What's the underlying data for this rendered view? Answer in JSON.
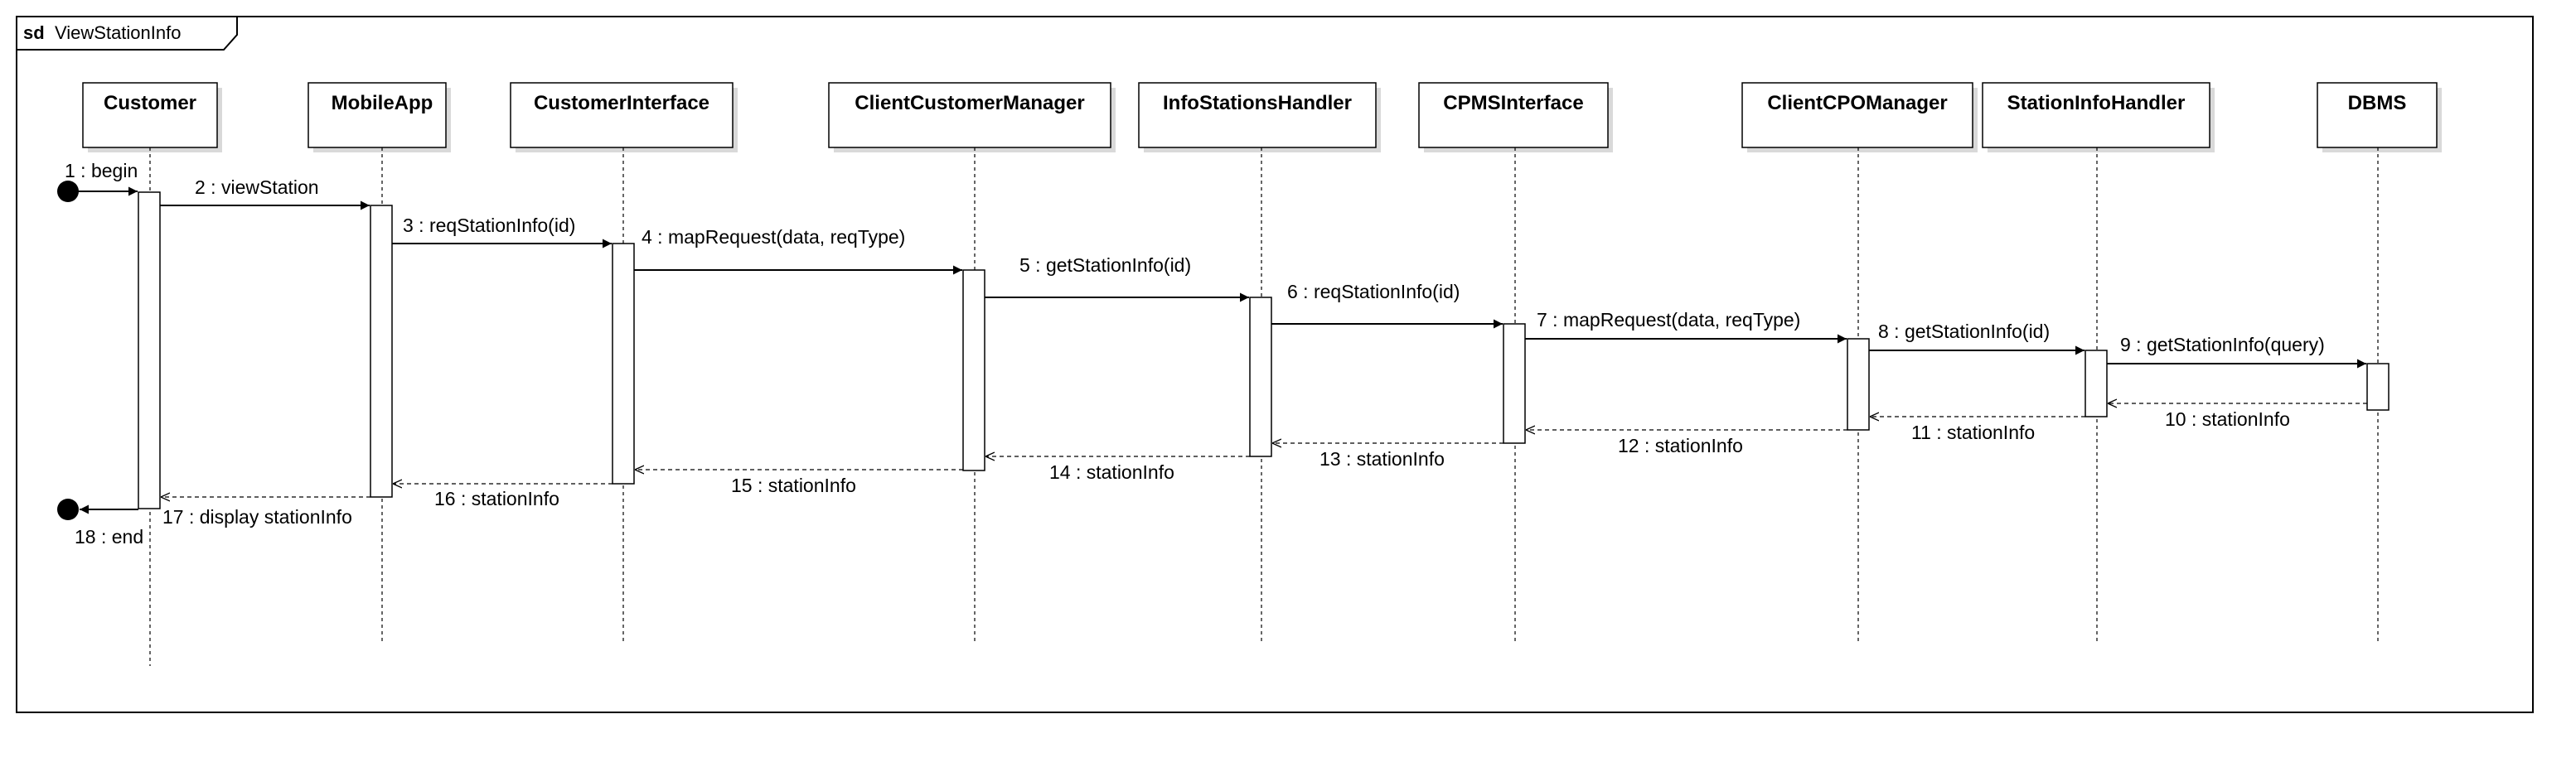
{
  "frame": {
    "keyword": "sd",
    "name": "ViewStationInfo"
  },
  "lifelines": [
    {
      "id": "customer",
      "name": "Customer"
    },
    {
      "id": "mobileapp",
      "name": "MobileApp"
    },
    {
      "id": "customerinterface",
      "name": "CustomerInterface"
    },
    {
      "id": "clientcustomermanager",
      "name": "ClientCustomerManager"
    },
    {
      "id": "infostationshandler",
      "name": "InfoStationsHandler"
    },
    {
      "id": "cpmsinterface",
      "name": "CPMSInterface"
    },
    {
      "id": "clientcpomanager",
      "name": "ClientCPOManager"
    },
    {
      "id": "stationinfohandler",
      "name": "StationInfoHandler"
    },
    {
      "id": "dbms",
      "name": "DBMS"
    }
  ],
  "messages": [
    {
      "label": "1 : begin",
      "from": "found",
      "to": "customer",
      "kind": "sync"
    },
    {
      "label": "2 : viewStation",
      "from": "customer",
      "to": "mobileapp",
      "kind": "sync"
    },
    {
      "label": "3 : reqStationInfo(id)",
      "from": "mobileapp",
      "to": "customerinterface",
      "kind": "sync"
    },
    {
      "label": "4 : mapRequest(data, reqType)",
      "from": "customerinterface",
      "to": "clientcustomermanager",
      "kind": "sync"
    },
    {
      "label": "5 : getStationInfo(id)",
      "from": "clientcustomermanager",
      "to": "infostationshandler",
      "kind": "sync"
    },
    {
      "label": "6 : reqStationInfo(id)",
      "from": "infostationshandler",
      "to": "cpmsinterface",
      "kind": "sync"
    },
    {
      "label": "7 : mapRequest(data, reqType)",
      "from": "cpmsinterface",
      "to": "clientcpomanager",
      "kind": "sync"
    },
    {
      "label": "8 : getStationInfo(id)",
      "from": "clientcpomanager",
      "to": "stationinfohandler",
      "kind": "sync"
    },
    {
      "label": "9 : getStationInfo(query)",
      "from": "stationinfohandler",
      "to": "dbms",
      "kind": "sync"
    },
    {
      "label": "10 : stationInfo",
      "from": "dbms",
      "to": "stationinfohandler",
      "kind": "reply"
    },
    {
      "label": "11 : stationInfo",
      "from": "stationinfohandler",
      "to": "clientcpomanager",
      "kind": "reply"
    },
    {
      "label": "12 : stationInfo",
      "from": "clientcpomanager",
      "to": "cpmsinterface",
      "kind": "reply"
    },
    {
      "label": "13 : stationInfo",
      "from": "cpmsinterface",
      "to": "infostationshandler",
      "kind": "reply"
    },
    {
      "label": "14 : stationInfo",
      "from": "infostationshandler",
      "to": "clientcustomermanager",
      "kind": "reply"
    },
    {
      "label": "15 : stationInfo",
      "from": "clientcustomermanager",
      "to": "customerinterface",
      "kind": "reply"
    },
    {
      "label": "16 : stationInfo",
      "from": "customerinterface",
      "to": "mobileapp",
      "kind": "reply"
    },
    {
      "label": "17 : display stationInfo",
      "from": "mobileapp",
      "to": "customer",
      "kind": "reply"
    },
    {
      "label": "18 : end",
      "from": "customer",
      "to": "lost",
      "kind": "sync"
    }
  ],
  "colors": {
    "line": "#000000",
    "box_fill": "#ffffff",
    "box_shadow": "#d9d9d9",
    "background": "#ffffff"
  }
}
